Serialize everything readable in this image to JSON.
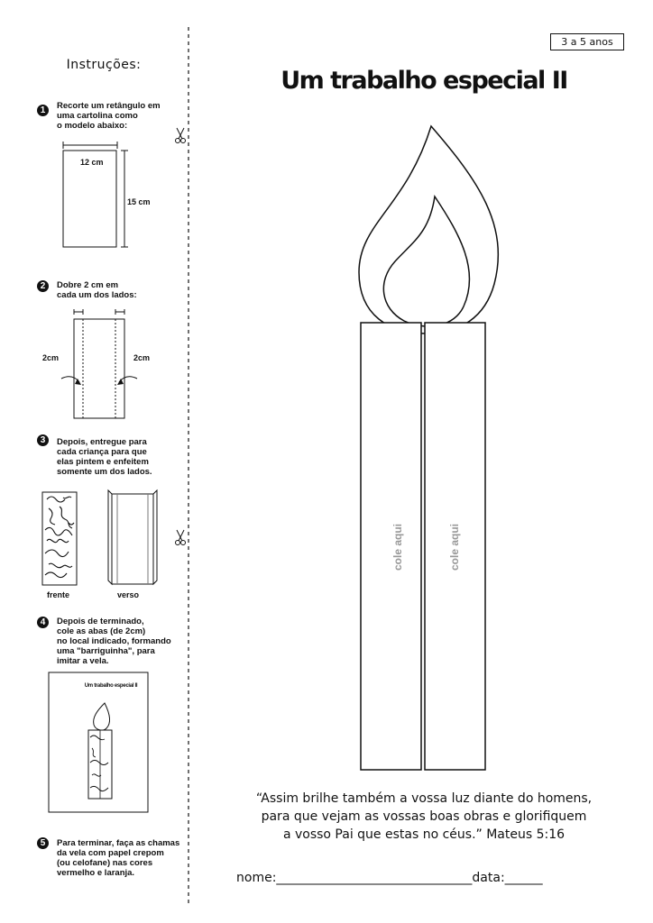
{
  "age_badge": "3 a 5 anos",
  "title": "Um trabalho especial II",
  "sidebar": {
    "title": "Instruções:",
    "steps": [
      {
        "number": "1",
        "text": "Recorte um retângulo em\numa cartolina como\no modelo abaixo:"
      },
      {
        "number": "2",
        "text": "Dobre 2 cm em\ncada um dos lados:"
      },
      {
        "number": "3",
        "text": "Depois, entregue para\ncada criança para que\nelas pintem e enfeitem\nsomente um dos lados."
      },
      {
        "number": "4",
        "text": "Depois de terminado,\ncole as abas (de 2cm)\nno local indicado, formando\numa \"barriguinha\", para\nimitar a vela."
      },
      {
        "number": "5",
        "text": "Para terminar, faça as chamas\n da vela com papel crepom\n(ou celofane) nas cores\n vermelho e laranja."
      }
    ],
    "width_label": "12 cm",
    "height_label": "15 cm",
    "fold_left_label": "2cm",
    "fold_right_label": "2cm",
    "front_label": "frente",
    "back_label": "verso",
    "mini_title": "Um trabalho especial II"
  },
  "candle": {
    "left_label": "cole aqui",
    "right_label": "cole aqui"
  },
  "verse": {
    "line1": "“Assim brilhe também a vossa luz diante do homens,",
    "line2": "para que vejam as vossas boas obras e glorifiquem",
    "line3": "a vosso Pai que estas no céus.” Mateus 5:16"
  },
  "footer": {
    "name_field": "nome:_______________________________data:______"
  },
  "colors": {
    "ink": "#111111",
    "label_gray": "#999999"
  }
}
